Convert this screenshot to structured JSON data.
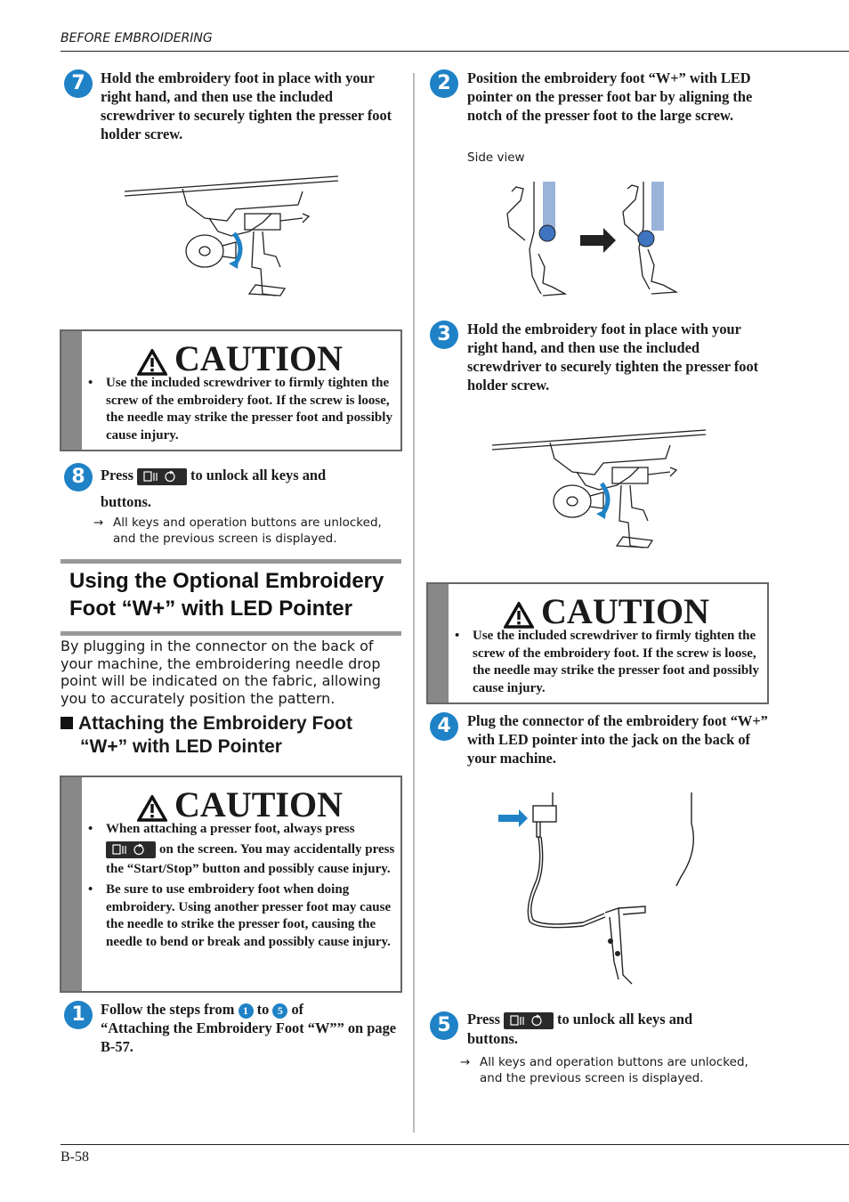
{
  "header": "BEFORE EMBROIDERING",
  "page_number": "B-58",
  "left": {
    "step7": {
      "num": "7",
      "text": "Hold the embroidery foot in place with your right hand, and then use the included screwdriver to securely tighten the presser foot holder screw."
    },
    "caution1": {
      "title": "CAUTION",
      "items": [
        "Use the included screwdriver to firmly tighten the screw of the embroidery foot. If the screw is loose, the needle may strike the presser foot and possibly cause injury."
      ]
    },
    "step8": {
      "num": "8",
      "press": "Press",
      "after": "to unlock all keys and",
      "line2": "buttons.",
      "result": "All keys and operation buttons are unlocked, and the previous screen is displayed."
    },
    "section_title_1": "Using the Optional Embroidery",
    "section_title_2": "Foot “W+” with LED Pointer",
    "intro": "By plugging in the connector on the back of your machine, the embroidering needle drop point will be indicated on the fabric, allowing you to accurately position the pattern.",
    "subhead_1": "Attaching the Embroidery Foot",
    "subhead_2": "“W+” with LED Pointer",
    "caution2": {
      "title": "CAUTION",
      "item1_a": "When attaching a presser foot, always press",
      "item1_b": "on the screen. You may accidentally press the “Start/Stop” button and possibly cause injury.",
      "item2": "Be sure to use embroidery foot when doing embroidery. Using another presser foot may cause the needle to strike the presser foot, causing the needle to bend or break and possibly cause injury."
    },
    "step1": {
      "num": "1",
      "a": "Follow the steps from",
      "ref1": "1",
      "b": "to",
      "ref2": "5",
      "c": "of",
      "d": "“Attaching the Embroidery Foot “W”” on page B-57."
    }
  },
  "right": {
    "step2": {
      "num": "2",
      "text": "Position the embroidery foot “W+” with LED pointer on the presser foot bar by aligning the notch of the presser foot to the large screw.",
      "label": "Side view"
    },
    "step3": {
      "num": "3",
      "text": "Hold the embroidery foot in place with your right hand, and then use the included screwdriver to securely tighten the presser foot holder screw."
    },
    "caution3": {
      "title": "CAUTION",
      "items": [
        "Use the included screwdriver to firmly tighten the screw of the embroidery foot. If the screw is loose, the needle may strike the presser foot and possibly cause injury."
      ]
    },
    "step4": {
      "num": "4",
      "text": "Plug the connector of the embroidery foot “W+” with LED pointer into the jack on the back of your machine."
    },
    "step5": {
      "num": "5",
      "press": "Press",
      "after": "to unlock all keys and",
      "line2": "buttons.",
      "result": "All keys and operation buttons are unlocked, and the previous screen is displayed."
    }
  },
  "icons": {
    "caution": "warning-triangle-icon",
    "key": "unlock-keys-button-icon",
    "arrow": "right-arrow-icon"
  },
  "colors": {
    "step_blue": "#1f82c6",
    "caution_bar": "#888888"
  }
}
